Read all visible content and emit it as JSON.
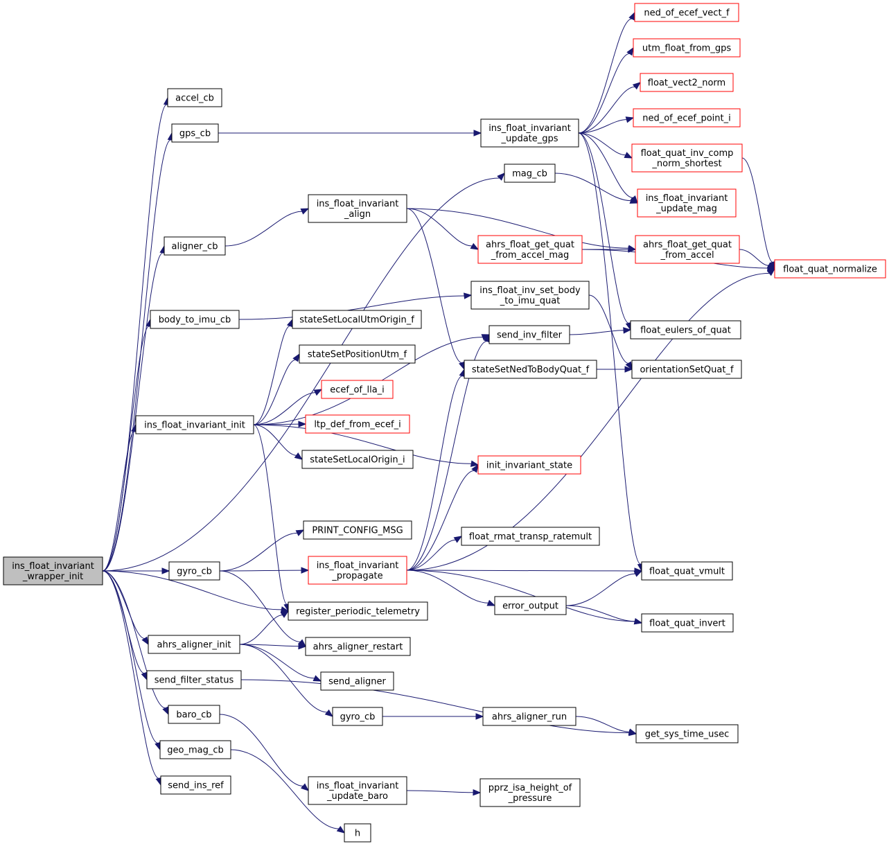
{
  "colors": {
    "edge": "#191970",
    "node_border": "#000000",
    "node_border_truncated": "#ff0000",
    "node_fill": "#ffffff",
    "root_fill": "#bfbfbf"
  },
  "nodes": [
    {
      "id": "root",
      "lines": [
        "ins_float_invariant",
        "_wrapper_init"
      ],
      "truncated": false,
      "root": true
    },
    {
      "id": "accel_cb",
      "lines": [
        "accel_cb"
      ],
      "truncated": false
    },
    {
      "id": "gps_cb",
      "lines": [
        "gps_cb"
      ],
      "truncated": false
    },
    {
      "id": "mag_cb",
      "lines": [
        "mag_cb"
      ],
      "truncated": false
    },
    {
      "id": "aligner_cb",
      "lines": [
        "aligner_cb"
      ],
      "truncated": false
    },
    {
      "id": "body_to_imu_cb",
      "lines": [
        "body_to_imu_cb"
      ],
      "truncated": false
    },
    {
      "id": "ins_init",
      "lines": [
        "ins_float_invariant_init"
      ],
      "truncated": false
    },
    {
      "id": "gyro_cb",
      "lines": [
        "gyro_cb"
      ],
      "truncated": false
    },
    {
      "id": "register_periodic_telemetry",
      "lines": [
        "register_periodic_telemetry"
      ],
      "truncated": false
    },
    {
      "id": "ahrs_aligner_init",
      "lines": [
        "ahrs_aligner_init"
      ],
      "truncated": false
    },
    {
      "id": "send_filter_status",
      "lines": [
        "send_filter_status"
      ],
      "truncated": false
    },
    {
      "id": "baro_cb",
      "lines": [
        "baro_cb"
      ],
      "truncated": false
    },
    {
      "id": "geo_mag_cb",
      "lines": [
        "geo_mag_cb"
      ],
      "truncated": false
    },
    {
      "id": "send_ins_ref",
      "lines": [
        "send_ins_ref"
      ],
      "truncated": false
    },
    {
      "id": "update_gps",
      "lines": [
        "ins_float_invariant",
        "_update_gps"
      ],
      "truncated": false
    },
    {
      "id": "align",
      "lines": [
        "ins_float_invariant",
        "_align"
      ],
      "truncated": false
    },
    {
      "id": "get_quat_from_accel_mag",
      "lines": [
        "ahrs_float_get_quat",
        "_from_accel_mag"
      ],
      "truncated": true
    },
    {
      "id": "set_body_to_imu_quat",
      "lines": [
        "ins_float_inv_set_body",
        "_to_imu_quat"
      ],
      "truncated": false
    },
    {
      "id": "send_inv_filter",
      "lines": [
        "send_inv_filter"
      ],
      "truncated": false
    },
    {
      "id": "stateSetLocalUtmOrigin_f",
      "lines": [
        "stateSetLocalUtmOrigin_f"
      ],
      "truncated": false
    },
    {
      "id": "stateSetPositionUtm_f",
      "lines": [
        "stateSetPositionUtm_f"
      ],
      "truncated": false
    },
    {
      "id": "stateSetNedToBodyQuat_f",
      "lines": [
        "stateSetNedToBodyQuat_f"
      ],
      "truncated": false
    },
    {
      "id": "ecef_of_lla_i",
      "lines": [
        "ecef_of_lla_i"
      ],
      "truncated": true
    },
    {
      "id": "ltp_def_from_ecef_i",
      "lines": [
        "ltp_def_from_ecef_i"
      ],
      "truncated": true
    },
    {
      "id": "stateSetLocalOrigin_i",
      "lines": [
        "stateSetLocalOrigin_i"
      ],
      "truncated": false
    },
    {
      "id": "init_invariant_state",
      "lines": [
        "init_invariant_state"
      ],
      "truncated": true
    },
    {
      "id": "PRINT_CONFIG_MSG",
      "lines": [
        "PRINT_CONFIG_MSG"
      ],
      "truncated": false
    },
    {
      "id": "propagate",
      "lines": [
        "ins_float_invariant",
        "_propagate"
      ],
      "truncated": true
    },
    {
      "id": "float_rmat_transp_ratemult",
      "lines": [
        "float_rmat_transp_ratemult"
      ],
      "truncated": false
    },
    {
      "id": "error_output",
      "lines": [
        "error_output"
      ],
      "truncated": false
    },
    {
      "id": "ahrs_aligner_restart",
      "lines": [
        "ahrs_aligner_restart"
      ],
      "truncated": false
    },
    {
      "id": "send_aligner",
      "lines": [
        "send_aligner"
      ],
      "truncated": false
    },
    {
      "id": "gyro_cb2",
      "lines": [
        "gyro_cb"
      ],
      "truncated": false
    },
    {
      "id": "ahrs_aligner_run",
      "lines": [
        "ahrs_aligner_run"
      ],
      "truncated": false
    },
    {
      "id": "update_baro",
      "lines": [
        "ins_float_invariant",
        "_update_baro"
      ],
      "truncated": false
    },
    {
      "id": "pprz_isa_height_of_pressure",
      "lines": [
        "pprz_isa_height_of",
        "_pressure"
      ],
      "truncated": false
    },
    {
      "id": "h",
      "lines": [
        "h"
      ],
      "truncated": false
    },
    {
      "id": "ned_of_ecef_vect_f",
      "lines": [
        "ned_of_ecef_vect_f"
      ],
      "truncated": true
    },
    {
      "id": "utm_float_from_gps",
      "lines": [
        "utm_float_from_gps"
      ],
      "truncated": true
    },
    {
      "id": "float_vect2_norm",
      "lines": [
        "float_vect2_norm"
      ],
      "truncated": true
    },
    {
      "id": "ned_of_ecef_point_i",
      "lines": [
        "ned_of_ecef_point_i"
      ],
      "truncated": true
    },
    {
      "id": "float_quat_inv_comp_norm_shortest",
      "lines": [
        "float_quat_inv_comp",
        "_norm_shortest"
      ],
      "truncated": true
    },
    {
      "id": "update_mag",
      "lines": [
        "ins_float_invariant",
        "_update_mag"
      ],
      "truncated": true
    },
    {
      "id": "get_quat_from_accel",
      "lines": [
        "ahrs_float_get_quat",
        "_from_accel"
      ],
      "truncated": true
    },
    {
      "id": "float_quat_normalize",
      "lines": [
        "float_quat_normalize"
      ],
      "truncated": true
    },
    {
      "id": "float_eulers_of_quat",
      "lines": [
        "float_eulers_of_quat"
      ],
      "truncated": false
    },
    {
      "id": "orientationSetQuat_f",
      "lines": [
        "orientationSetQuat_f"
      ],
      "truncated": false
    },
    {
      "id": "float_quat_vmult",
      "lines": [
        "float_quat_vmult"
      ],
      "truncated": false
    },
    {
      "id": "float_quat_invert",
      "lines": [
        "float_quat_invert"
      ],
      "truncated": false
    },
    {
      "id": "get_sys_time_usec",
      "lines": [
        "get_sys_time_usec"
      ],
      "truncated": false
    }
  ],
  "edges": [
    [
      "root",
      "accel_cb"
    ],
    [
      "root",
      "gps_cb"
    ],
    [
      "root",
      "mag_cb"
    ],
    [
      "root",
      "aligner_cb"
    ],
    [
      "root",
      "body_to_imu_cb"
    ],
    [
      "root",
      "ins_init"
    ],
    [
      "root",
      "gyro_cb"
    ],
    [
      "root",
      "register_periodic_telemetry"
    ],
    [
      "root",
      "ahrs_aligner_init"
    ],
    [
      "root",
      "send_filter_status"
    ],
    [
      "root",
      "baro_cb"
    ],
    [
      "root",
      "geo_mag_cb"
    ],
    [
      "root",
      "send_ins_ref"
    ],
    [
      "gps_cb",
      "update_gps"
    ],
    [
      "mag_cb",
      "update_mag"
    ],
    [
      "aligner_cb",
      "align"
    ],
    [
      "body_to_imu_cb",
      "set_body_to_imu_quat"
    ],
    [
      "ins_init",
      "stateSetLocalUtmOrigin_f"
    ],
    [
      "ins_init",
      "stateSetPositionUtm_f"
    ],
    [
      "ins_init",
      "ecef_of_lla_i"
    ],
    [
      "ins_init",
      "ltp_def_from_ecef_i"
    ],
    [
      "ins_init",
      "stateSetLocalOrigin_i"
    ],
    [
      "ins_init",
      "init_invariant_state"
    ],
    [
      "ins_init",
      "send_inv_filter"
    ],
    [
      "ins_init",
      "register_periodic_telemetry"
    ],
    [
      "gyro_cb",
      "PRINT_CONFIG_MSG"
    ],
    [
      "gyro_cb",
      "propagate"
    ],
    [
      "gyro_cb",
      "ahrs_aligner_restart"
    ],
    [
      "ahrs_aligner_init",
      "register_periodic_telemetry"
    ],
    [
      "ahrs_aligner_init",
      "ahrs_aligner_restart"
    ],
    [
      "ahrs_aligner_init",
      "send_aligner"
    ],
    [
      "ahrs_aligner_init",
      "gyro_cb2"
    ],
    [
      "send_filter_status",
      "get_sys_time_usec"
    ],
    [
      "baro_cb",
      "update_baro"
    ],
    [
      "geo_mag_cb",
      "h"
    ],
    [
      "update_gps",
      "ned_of_ecef_vect_f"
    ],
    [
      "update_gps",
      "utm_float_from_gps"
    ],
    [
      "update_gps",
      "float_vect2_norm"
    ],
    [
      "update_gps",
      "ned_of_ecef_point_i"
    ],
    [
      "update_gps",
      "float_quat_inv_comp_norm_shortest"
    ],
    [
      "update_gps",
      "update_mag"
    ],
    [
      "update_gps",
      "float_eulers_of_quat"
    ],
    [
      "update_gps",
      "float_quat_vmult"
    ],
    [
      "align",
      "get_quat_from_accel_mag"
    ],
    [
      "align",
      "get_quat_from_accel"
    ],
    [
      "align",
      "stateSetNedToBodyQuat_f"
    ],
    [
      "get_quat_from_accel_mag",
      "get_quat_from_accel"
    ],
    [
      "get_quat_from_accel_mag",
      "float_quat_normalize"
    ],
    [
      "get_quat_from_accel",
      "float_quat_normalize"
    ],
    [
      "float_quat_inv_comp_norm_shortest",
      "float_quat_normalize"
    ],
    [
      "set_body_to_imu_quat",
      "orientationSetQuat_f"
    ],
    [
      "send_inv_filter",
      "float_eulers_of_quat"
    ],
    [
      "stateSetNedToBodyQuat_f",
      "orientationSetQuat_f"
    ],
    [
      "propagate",
      "send_inv_filter"
    ],
    [
      "propagate",
      "stateSetNedToBodyQuat_f"
    ],
    [
      "propagate",
      "init_invariant_state"
    ],
    [
      "propagate",
      "float_rmat_transp_ratemult"
    ],
    [
      "propagate",
      "float_quat_vmult"
    ],
    [
      "propagate",
      "error_output"
    ],
    [
      "propagate",
      "float_quat_invert"
    ],
    [
      "propagate",
      "float_quat_normalize"
    ],
    [
      "error_output",
      "float_quat_vmult"
    ],
    [
      "error_output",
      "float_quat_invert"
    ],
    [
      "gyro_cb2",
      "ahrs_aligner_run"
    ],
    [
      "ahrs_aligner_run",
      "get_sys_time_usec"
    ],
    [
      "update_baro",
      "pprz_isa_height_of_pressure"
    ]
  ]
}
